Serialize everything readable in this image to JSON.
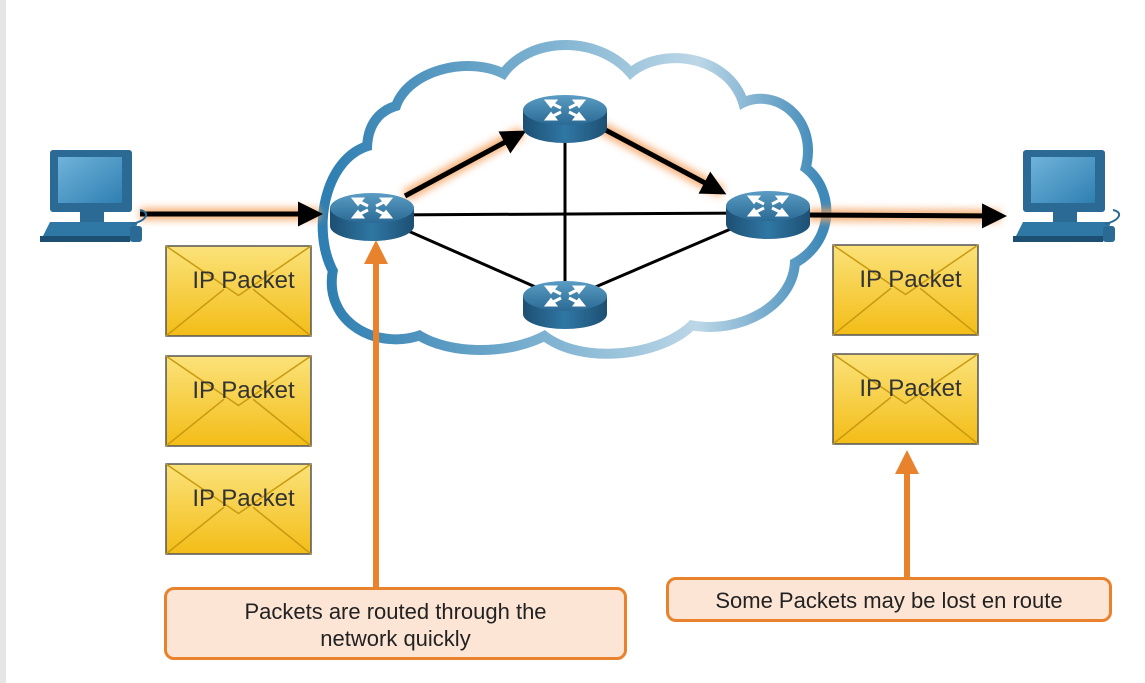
{
  "packet_label": "IP Packet",
  "callouts": {
    "routing": "Packets are routed through the network quickly",
    "lost": "Some Packets may be lost en route"
  },
  "colors": {
    "cloud_outer": "#3f89b8",
    "cloud_inner": "#ffffff",
    "router": "#2f6f99",
    "envelope": "#f6c928",
    "callout_border": "#e8822c",
    "callout_fill": "#fde5d6",
    "arrow": "#000000",
    "glow": "#f4a25e"
  },
  "icons": {
    "source": "desktop-computer-icon",
    "destination": "desktop-computer-icon",
    "router": "router-icon",
    "envelope": "envelope-icon"
  }
}
